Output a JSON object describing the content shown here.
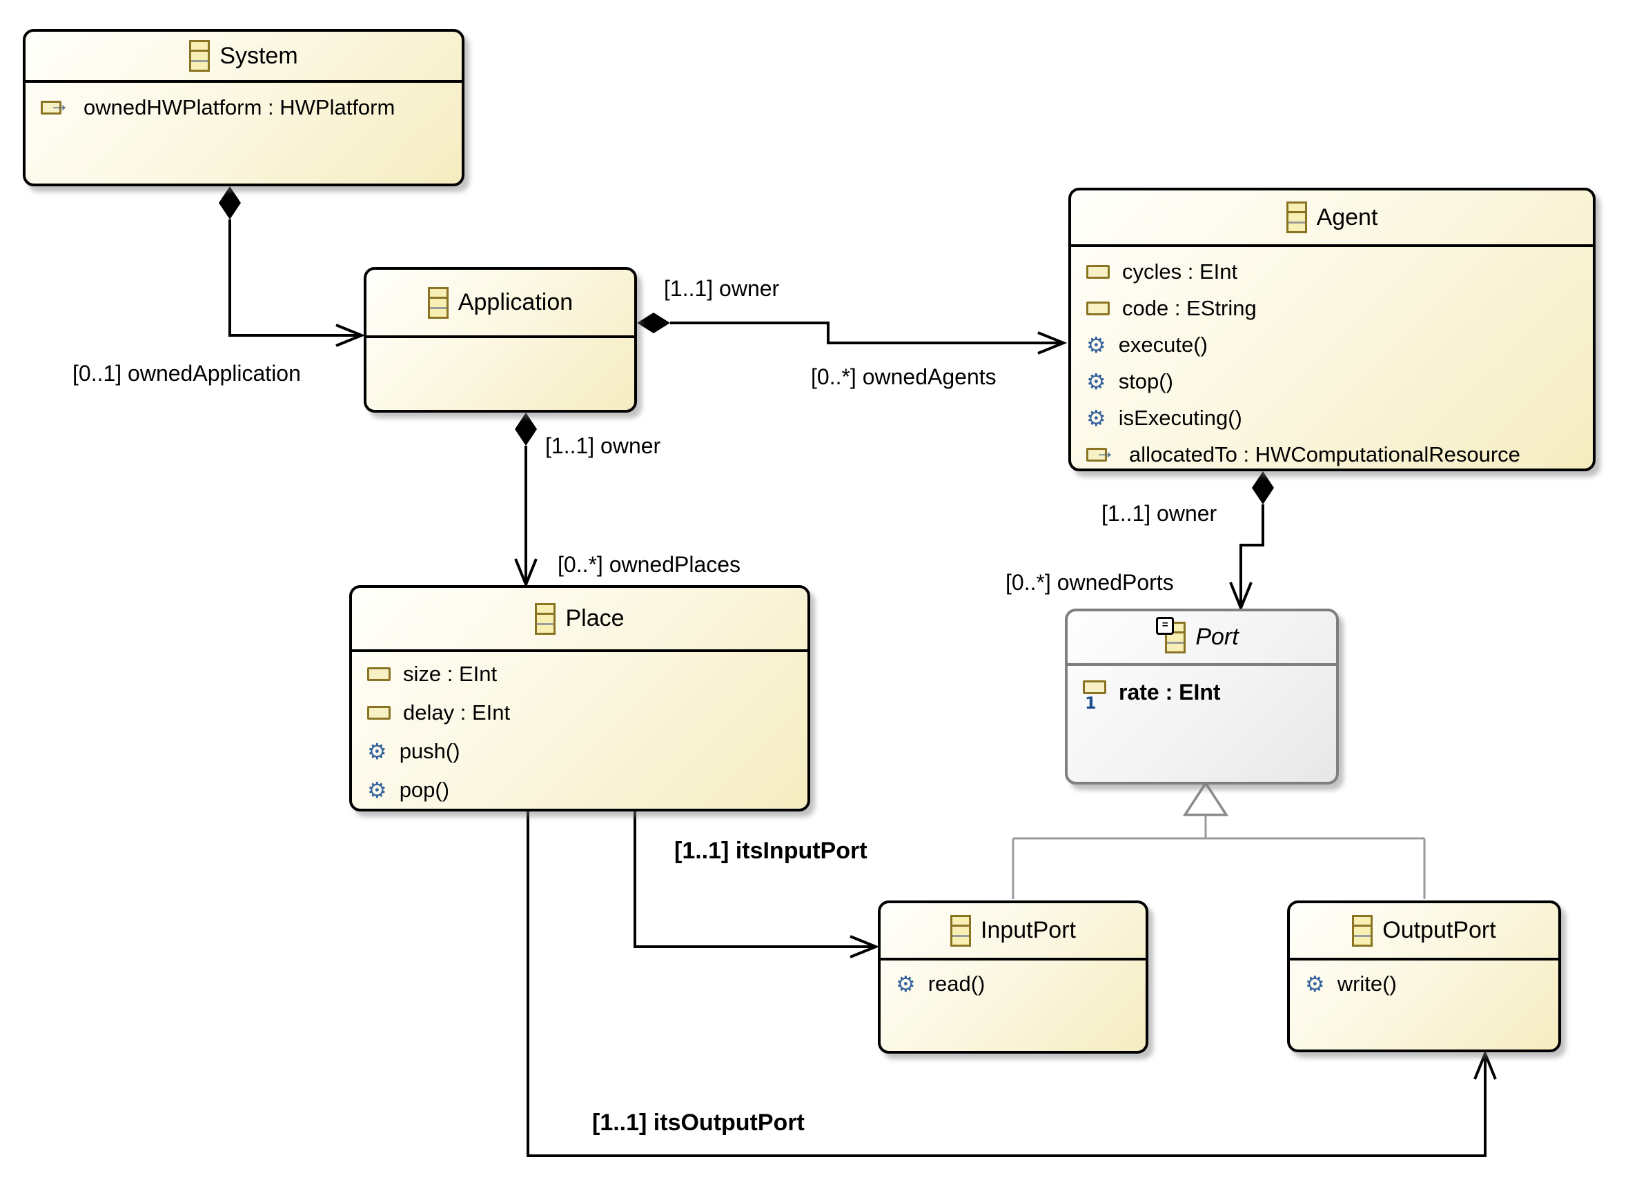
{
  "diagram": {
    "title": "Ecore class diagram",
    "colors": {
      "class_fill_top": "#fffffb",
      "class_fill_bottom": "#f5ecc0",
      "class_border": "#000000",
      "abstract_fill_top": "#fefefe",
      "abstract_fill_bottom": "#e7e7e7",
      "abstract_border": "#7f7f7f",
      "edge": "#000000",
      "generalization_edge": "#9a9a9a",
      "attribute_icon_fill": "#f8f1c6",
      "attribute_icon_border": "#8a7423",
      "operation_icon_blue": "#35639d",
      "multiplicity_one_blue": "#1c4d8c"
    },
    "classes": {
      "system": {
        "name": "System",
        "abstract": false,
        "members": [
          {
            "icon": "ereference-icon",
            "label": "ownedHWPlatform : HWPlatform"
          }
        ]
      },
      "application": {
        "name": "Application",
        "abstract": false,
        "members": []
      },
      "agent": {
        "name": "Agent",
        "abstract": false,
        "members": [
          {
            "icon": "eattribute-icon",
            "label": "cycles : EInt"
          },
          {
            "icon": "eattribute-icon",
            "label": "code : EString"
          },
          {
            "icon": "eoperation-icon",
            "label": "execute()"
          },
          {
            "icon": "eoperation-icon",
            "label": "stop()"
          },
          {
            "icon": "eoperation-icon",
            "label": "isExecuting()"
          },
          {
            "icon": "ereference-icon",
            "label": "allocatedTo : HWComputationalResource"
          }
        ]
      },
      "place": {
        "name": "Place",
        "abstract": false,
        "members": [
          {
            "icon": "eattribute-icon",
            "label": "size : EInt"
          },
          {
            "icon": "eattribute-icon",
            "label": "delay : EInt"
          },
          {
            "icon": "eoperation-icon",
            "label": "push()"
          },
          {
            "icon": "eoperation-icon",
            "label": "pop()"
          }
        ]
      },
      "port": {
        "name": "Port",
        "abstract": true,
        "abstract_badge": "=",
        "members": [
          {
            "icon": "eattribute-required-icon",
            "label": "rate : EInt"
          }
        ]
      },
      "inputPort": {
        "name": "InputPort",
        "abstract": false,
        "members": [
          {
            "icon": "eoperation-icon",
            "label": "read()"
          }
        ]
      },
      "outputPort": {
        "name": "OutputPort",
        "abstract": false,
        "members": [
          {
            "icon": "eoperation-icon",
            "label": "write()"
          }
        ]
      }
    },
    "edges": {
      "ownedApplication": {
        "type": "composition",
        "from": "System",
        "to": "Application",
        "label": "[0..1] ownedApplication"
      },
      "ownedAgents": {
        "type": "composition",
        "from": "Application",
        "to": "Agent",
        "owner_label": "[1..1] owner",
        "label": "[0..*] ownedAgents"
      },
      "ownedPlaces": {
        "type": "composition",
        "from": "Application",
        "to": "Place",
        "owner_label": "[1..1] owner",
        "label": "[0..*] ownedPlaces"
      },
      "ownedPorts": {
        "type": "composition",
        "from": "Agent",
        "to": "Port",
        "owner_label": "[1..1] owner",
        "label": "[0..*] ownedPorts"
      },
      "itsInputPort": {
        "type": "reference",
        "from": "Place",
        "to": "InputPort",
        "label": "[1..1] itsInputPort"
      },
      "itsOutputPort": {
        "type": "reference",
        "from": "Place",
        "to": "OutputPort",
        "label": "[1..1] itsOutputPort"
      },
      "generalization": {
        "type": "inheritance",
        "parent": "Port",
        "children": [
          "InputPort",
          "OutputPort"
        ]
      }
    }
  }
}
